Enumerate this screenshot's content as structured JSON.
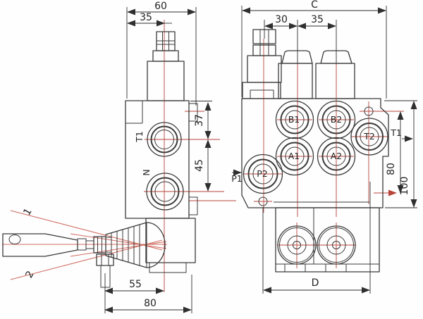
{
  "colors": {
    "line": "#3a3a3a",
    "dim": "#2f2f2f",
    "center": "#b8443a",
    "lever": "#cf6a5f",
    "bg": "#fdfdfd"
  },
  "side_view": {
    "dimensions": {
      "total_width": "60",
      "screw_offset": "35",
      "top_to_t1": "37",
      "t1_to_n": "45",
      "lever_offset": "55",
      "total_depth": "80"
    },
    "ports": {
      "t1": "T1",
      "n": "N"
    },
    "lever_positions": {
      "raised": "1",
      "lowered": "2"
    }
  },
  "front_view": {
    "dimensions": {
      "total_width": "C",
      "relief_to_spool": "30",
      "spool_spacing": "35",
      "mount_height": "80",
      "total_height": "100",
      "mount_width": "D"
    },
    "ports": {
      "b1": "B1",
      "b2": "B2",
      "a1": "A1",
      "a2": "A2",
      "p1": "P1",
      "p2": "P2",
      "t1": "T1",
      "t2": "T2"
    }
  }
}
